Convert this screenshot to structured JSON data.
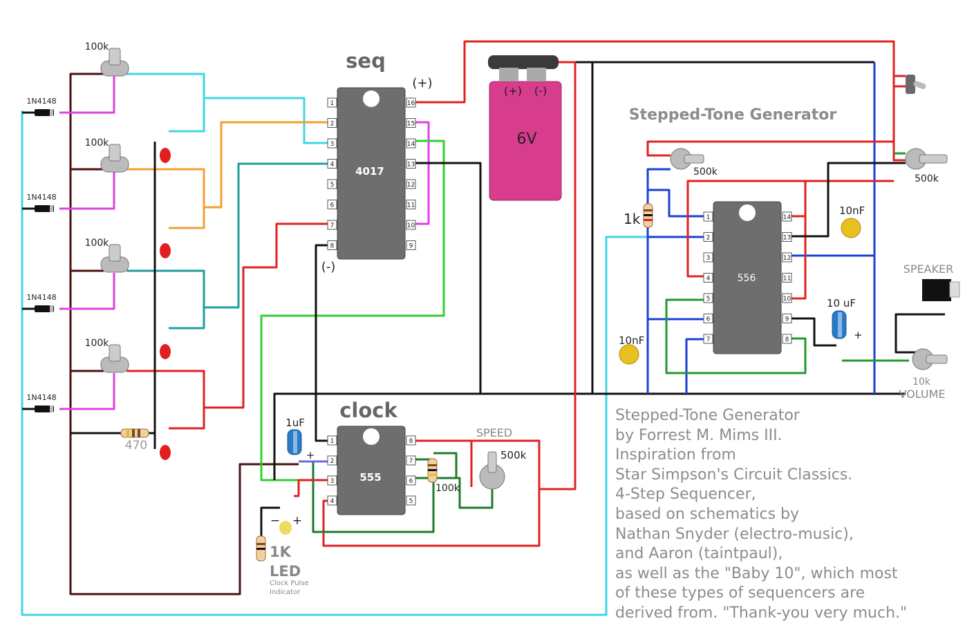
{
  "titles": {
    "seq": "seq",
    "clock": "clock",
    "generator": "Stepped-Tone Generator"
  },
  "chips": {
    "seq_ic": "4017",
    "clock_ic": "555",
    "tone_ic": "556"
  },
  "battery": {
    "label": "6V",
    "plus": "(+)",
    "minus": "(-)"
  },
  "seq_markers": {
    "plus": "(+)",
    "minus": "(-)"
  },
  "pins_4017_left": [
    "1",
    "2",
    "3",
    "4",
    "5",
    "6",
    "7",
    "8"
  ],
  "pins_4017_right": [
    "16",
    "15",
    "14",
    "13",
    "12",
    "11",
    "10",
    "9"
  ],
  "pins_555_left": [
    "1",
    "2",
    "3",
    "4"
  ],
  "pins_555_right": [
    "8",
    "7",
    "6",
    "5"
  ],
  "pins_556_left": [
    "1",
    "2",
    "3",
    "4",
    "5",
    "6",
    "7"
  ],
  "pins_556_right": [
    "14",
    "13",
    "12",
    "11",
    "10",
    "9",
    "8"
  ],
  "sequencer_pots": [
    "100k",
    "100k",
    "100k",
    "100k"
  ],
  "diodes": [
    "1N4148",
    "1N4148",
    "1N4148",
    "1N4148"
  ],
  "labels": {
    "resistor_470": "470",
    "cap_1uf": "1uF",
    "plus_sign": "+",
    "minus_plus": "−",
    "speed": "SPEED",
    "speed_pot": "500k",
    "speed_res": "100k",
    "led_res": "1K",
    "led": "LED",
    "led_caption_1": "Clock Pulse",
    "led_caption_2": "Indicator",
    "tone_pot": "500k",
    "res_1k": "1k",
    "cap_10nf_right": "10nF",
    "cap_10nf_left": "10nF",
    "cap_10uf": "10 uF",
    "pot_right": "500k",
    "speaker": "SPEAKER",
    "vol_value": "10k",
    "volume": "VOLUME"
  },
  "credits": [
    "Stepped-Tone Generator",
    "by Forrest M. Mims III.",
    "Inspiration from",
    "Star Simpson's Circuit Classics.",
    "4-Step Sequencer,",
    "based on schematics by",
    "Nathan Snyder (electro-music),",
    "and Aaron (taintpaul),",
    "as well as the \"Baby 10\", which most",
    "of these types of sequencers are",
    "derived from. \"Thank-you very much.\""
  ],
  "colors": {
    "red": "#e02020",
    "black": "#111111",
    "blue": "#1a3fd6",
    "cyan": "#3fd6e6",
    "orange": "#f0a030",
    "teal": "#1f9ea0",
    "green": "#30d030",
    "darkgreen": "#1f7a2a",
    "magenta": "#e040e0",
    "darkred": "#6b1a1a",
    "chip": "#6e6e6e",
    "battery": "#d83c8c"
  }
}
